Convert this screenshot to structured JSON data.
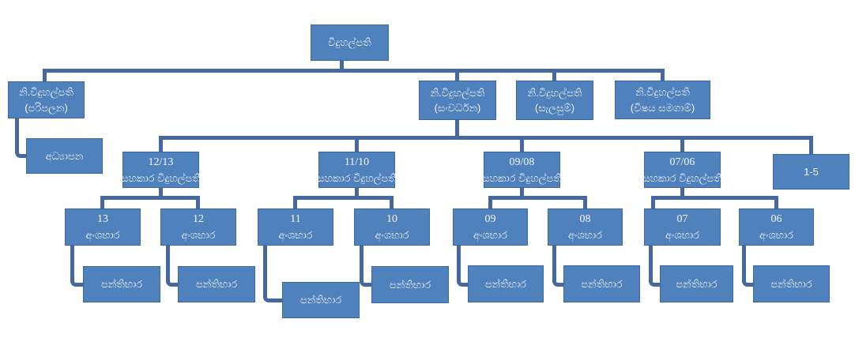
{
  "nodes": {
    "principal": {
      "label": "විදුහල්පති"
    },
    "deputy_admin": {
      "line1": "නි.විදුහල්පති",
      "line2": "(පරිපලන)"
    },
    "deputy_development": {
      "line1": "නි.විදුහල්පති",
      "line2": "(සංවර්ධන)"
    },
    "deputy_planning": {
      "line1": "නි.විදුහල්පති",
      "line2": "(සැලසුම්)"
    },
    "deputy_cocurricular": {
      "line1": "නි.විදුහල්පති",
      "line2": "(විෂය සමගාම්)"
    },
    "education": {
      "label": "අධ්‍යාපන"
    },
    "ap_12_13": {
      "line1": "12/13",
      "line2": "සහකාර විදුහල්පති"
    },
    "ap_11_10": {
      "line1": "11/10",
      "line2": "සහකාර විදුහල්පති"
    },
    "ap_09_08": {
      "line1": "09/08",
      "line2": "සහකාර විදුහල්පති"
    },
    "ap_07_06": {
      "line1": "07/06",
      "line2": "සහකාර විදුහල්පති"
    },
    "grades_1_5": {
      "label": "1-5"
    },
    "section_13": {
      "line1": "13",
      "line2": "අංශභාර"
    },
    "section_12": {
      "line1": "12",
      "line2": "අංශභාර"
    },
    "section_11": {
      "line1": "11",
      "line2": "අංශභාර"
    },
    "section_10": {
      "line1": "10",
      "line2": "අංශභාර"
    },
    "section_09": {
      "line1": "09",
      "line2": "අංශභාර"
    },
    "section_08": {
      "line1": "08",
      "line2": "අංශභාර"
    },
    "section_07": {
      "line1": "07",
      "line2": "අංශභාර"
    },
    "section_06": {
      "line1": "06",
      "line2": "අංශභාර"
    },
    "class_13": {
      "label": "පන්තිභාර"
    },
    "class_12": {
      "label": "පන්තිභාර"
    },
    "class_11": {
      "label": "පන්තිභාර"
    },
    "class_10": {
      "label": "පන්තිභාර"
    },
    "class_09": {
      "label": "පන්තිභාර"
    },
    "class_08": {
      "label": "පන්තිභාර"
    },
    "class_07": {
      "label": "පන්තිභාර"
    },
    "class_06": {
      "label": "පන්තිභාර"
    }
  },
  "colors": {
    "box_fill": "#4f81bd",
    "box_border": "#3e689e",
    "connector": "#45699e",
    "text_color": "#f5f8fc",
    "background": "#ffffff"
  }
}
